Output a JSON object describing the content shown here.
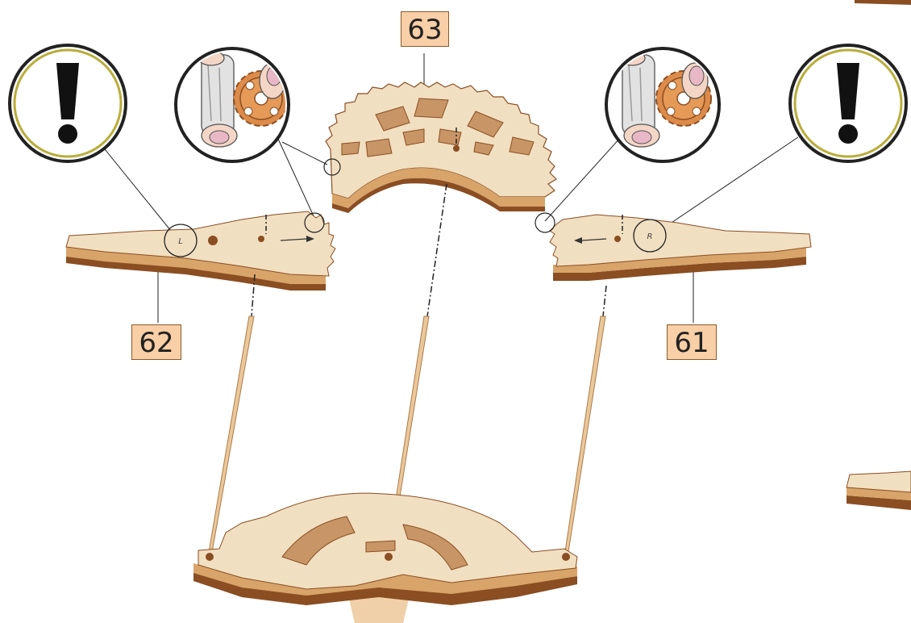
{
  "part_labels": {
    "top_gear": "63",
    "left_arm": "62",
    "right_arm": "61"
  },
  "arm_marks": {
    "left": "L",
    "right": "R"
  },
  "callouts": {
    "warning_symbol": "!"
  },
  "colors": {
    "wood_face": "#f1dfc1",
    "wood_edge": "#d8a46a",
    "wood_dark": "#8a4e22",
    "label_fill": "#f8cfa6",
    "label_border": "#8a5a2a",
    "warning_ring": "#b9ad3a",
    "axle": "#e9c89a"
  }
}
